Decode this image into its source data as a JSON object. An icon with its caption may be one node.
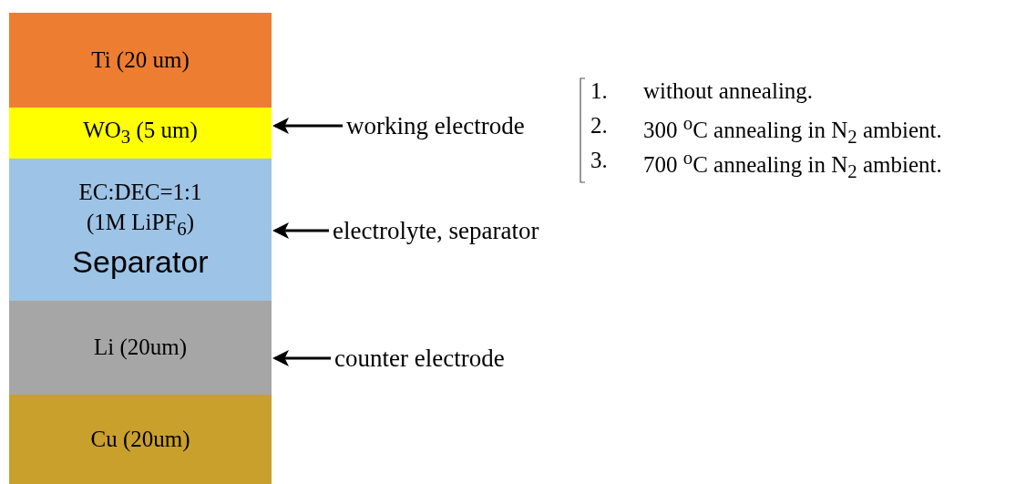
{
  "diagram": {
    "nodes": [
      {
        "text": [
          "Ti (20 um)"
        ]
      },
      {
        "text": [
          "WO$_{3}$ (5 um)"
        ]
      },
      {
        "text": [
          "EC:DEC=1:1",
          "(1M LiPF$_{6}$)",
          "Separator"
        ]
      },
      {
        "text": [
          "Li (20um)"
        ]
      },
      {
        "text": [
          "Cu (20um)"
        ]
      },
      {
        "text": [
          "working electrode"
        ]
      },
      {
        "text": [
          "electrolyte, separator"
        ]
      },
      {
        "text": [
          "counter electrode"
        ]
      }
    ],
    "edges": [
      {
        "from": 5,
        "to": 1,
        "arrow": "to"
      },
      {
        "from": 6,
        "to": 2,
        "arrow": "to"
      },
      {
        "from": 7,
        "to": 3,
        "arrow": "to"
      }
    ],
    "labels": [
      "1.",
      "without annealing.",
      "2.",
      "300 $^{o}$C annealing in N$_{2}$ ambient.",
      "3.",
      "700 $^{o}$C annealing in N$_{2}$ ambient."
    ]
  }
}
